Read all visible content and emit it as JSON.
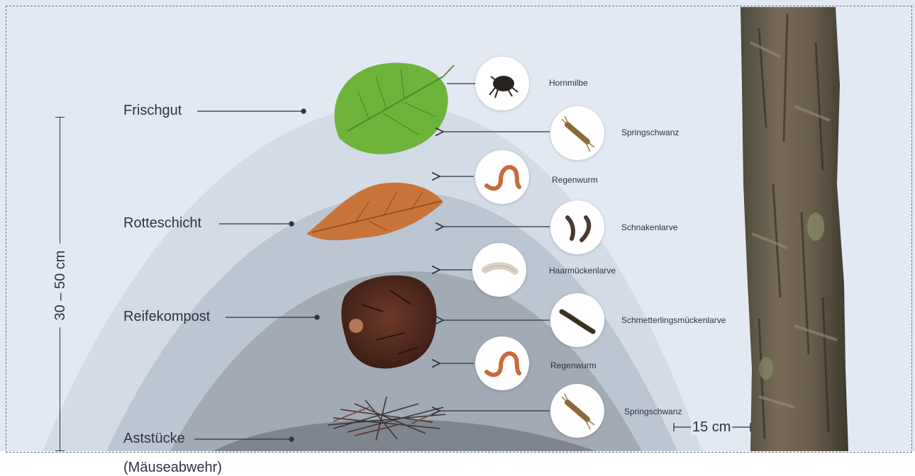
{
  "layers": {
    "frischgut": "Frischgut",
    "rotteschicht": "Rotteschicht",
    "reifekompost": "Reifekompost",
    "aststuecke": "Aststücke",
    "aststuecke_note": "(Mäuseabwehr)"
  },
  "organisms": {
    "hornmilbe": "Hornmilbe",
    "springschwanz_1": "Springschwanz",
    "regenwurm_1": "Regenwurm",
    "schnakenlarve": "Schnakenlarve",
    "haarmueckenlarve": "Haarmückenlarve",
    "schmetterlingsmueckenlarve": "Schmetterlingsmückenlarve",
    "regenwurm_2": "Regenwurm",
    "springschwanz_2": "Springschwanz"
  },
  "dimensions": {
    "height": "30 – 50 cm",
    "distance": "15 cm"
  },
  "colors": {
    "background": "#e3e9f3",
    "mound_outer": "#d3dbe7",
    "mound_2": "#bcc5d2",
    "mound_3": "#a2aab6",
    "mound_inner": "#7f858f",
    "line": "#2e3340"
  }
}
